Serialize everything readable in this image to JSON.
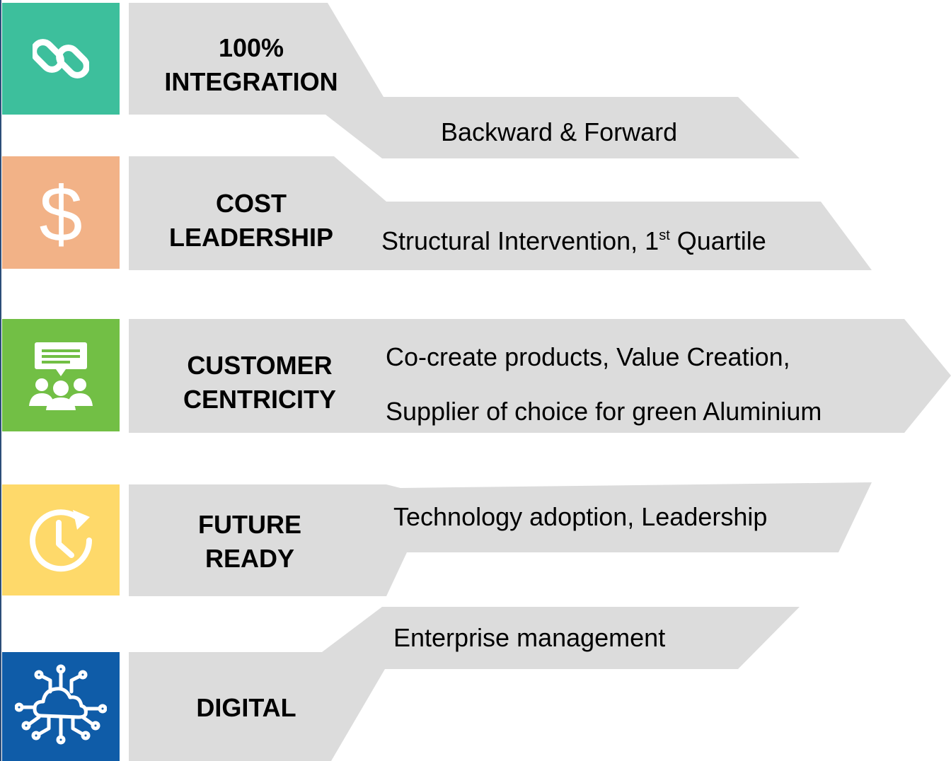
{
  "rows": [
    {
      "id": "integration",
      "icon": "chain-link-icon",
      "color": "#3dbf9c",
      "title": "100%\nINTEGRATION",
      "description": "Backward & Forward"
    },
    {
      "id": "cost-leadership",
      "icon": "dollar-sign-icon",
      "color": "#f2b287",
      "title": "COST\nLEADERSHIP",
      "description": "Structural Intervention, 1",
      "description_sup": "st",
      "description_after": " Quartile"
    },
    {
      "id": "customer-centricity",
      "icon": "customer-group-icon",
      "color": "#72bf45",
      "title": "CUSTOMER\nCENTRICITY",
      "description": "Co-create products, Value Creation,",
      "description_line2": "Supplier of choice for green Aluminium"
    },
    {
      "id": "future-ready",
      "icon": "clock-refresh-icon",
      "color": "#fed96a",
      "title": "FUTURE\nREADY",
      "description": "Technology adoption, Leadership"
    },
    {
      "id": "digital",
      "icon": "cloud-network-icon",
      "color": "#0f5ca8",
      "title": "DIGITAL",
      "description": "Enterprise management"
    }
  ],
  "colors": {
    "band": "#dcdcdc",
    "edge": "#2c4d78"
  }
}
